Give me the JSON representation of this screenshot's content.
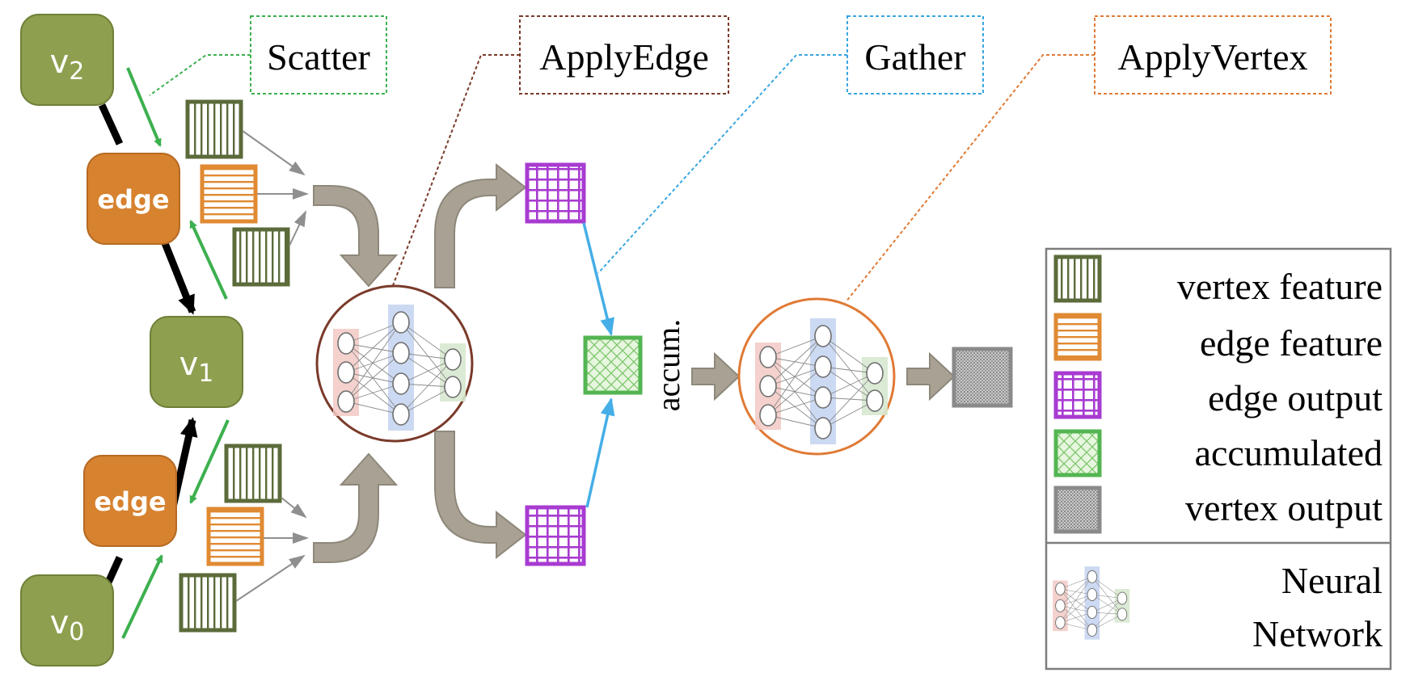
{
  "stages": {
    "scatter": "Scatter",
    "apply_edge": "ApplyEdge",
    "gather": "Gather",
    "apply_vertex": "ApplyVertex"
  },
  "nodes": {
    "v2": {
      "letter": "v",
      "sub": "2"
    },
    "v1": {
      "letter": "v",
      "sub": "1"
    },
    "v0": {
      "letter": "v",
      "sub": "0"
    },
    "edge_top": "edge",
    "edge_bottom": "edge"
  },
  "accum_label": "accum.",
  "legend": {
    "items": [
      {
        "key": "vertex-feature",
        "label": "vertex feature"
      },
      {
        "key": "edge-feature",
        "label": "edge feature"
      },
      {
        "key": "edge-output",
        "label": "edge output"
      },
      {
        "key": "accumulated",
        "label": "accumulated"
      },
      {
        "key": "vertex-output",
        "label": "vertex output"
      }
    ],
    "nn_line1": "Neural",
    "nn_line2": "Network"
  },
  "colors": {
    "vertex_node": "#8ea04f",
    "edge_node": "#d7822f",
    "vertex_feature": "#5b6b3a",
    "edge_feature": "#e08a33",
    "edge_output": "#a83bd1",
    "accumulated": "#53b552",
    "vertex_output": "#8a8a8a",
    "scatter_line": "#3db04f",
    "apply_edge_line": "#7a3a2a",
    "gather_line": "#3aa6e0",
    "apply_vertex_line": "#e07a35",
    "flow_arrow": "#a9a294",
    "gather_arrow": "#45aee6"
  }
}
